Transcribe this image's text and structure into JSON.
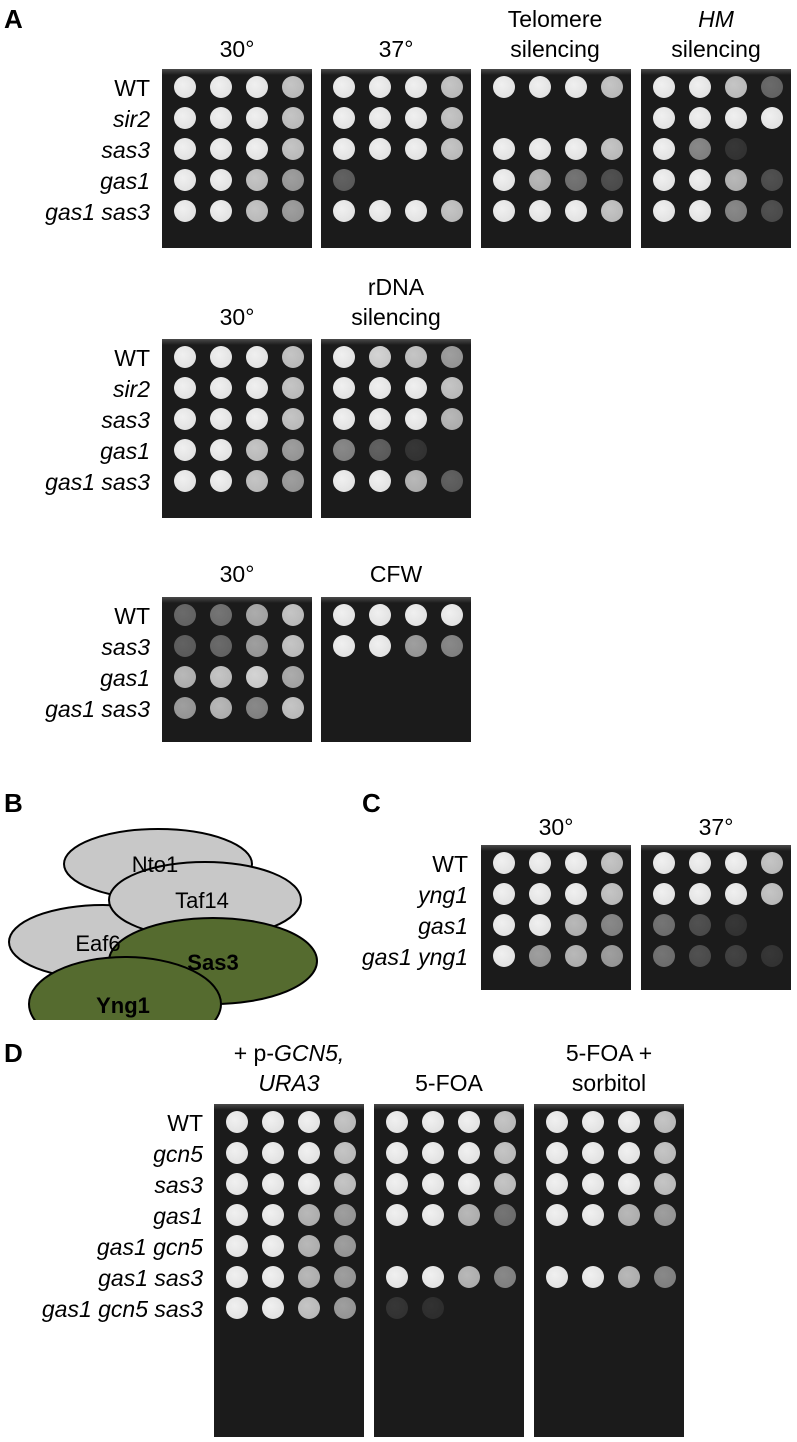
{
  "panels": {
    "A": {
      "letter": "A",
      "blocks": [
        {
          "rows": [
            "WT",
            "sir2",
            "sas3",
            "gas1",
            "gas1 sas3"
          ],
          "conditions": [
            "30°",
            "37°",
            "Telomere silencing",
            "HM silencing"
          ],
          "growth": [
            [
              [
                1,
                1,
                1,
                0.85
              ],
              [
                1,
                1,
                1,
                0.85
              ],
              [
                1,
                1,
                1,
                0.85
              ],
              [
                1,
                1,
                0.85,
                0.45
              ]
            ],
            [
              [
                1,
                1,
                1,
                0.85
              ],
              [
                1,
                1,
                1,
                0.85
              ],
              [
                0,
                0,
                0,
                0
              ],
              [
                1,
                1,
                1,
                1
              ]
            ],
            [
              [
                1,
                1,
                1,
                0.85
              ],
              [
                1,
                1,
                1,
                0.85
              ],
              [
                1,
                1,
                1,
                0.85
              ],
              [
                1,
                0.6,
                0.1,
                0
              ]
            ],
            [
              [
                1,
                1,
                0.85,
                0.7
              ],
              [
                0.4,
                0,
                0,
                0
              ],
              [
                1,
                0.8,
                0.5,
                0.3
              ],
              [
                1,
                1,
                0.8,
                0.3
              ]
            ],
            [
              [
                1,
                1,
                0.85,
                0.7
              ],
              [
                1,
                1,
                1,
                0.85
              ],
              [
                1,
                1,
                1,
                0.85
              ],
              [
                1,
                1,
                0.6,
                0.3
              ]
            ]
          ]
        },
        {
          "rows": [
            "WT",
            "sir2",
            "sas3",
            "gas1",
            "gas1 sas3"
          ],
          "conditions": [
            "30°",
            "rDNA silencing"
          ],
          "growth": [
            [
              [
                1,
                1,
                1,
                0.85
              ],
              [
                1,
                0.9,
                0.85,
                0.7
              ]
            ],
            [
              [
                1,
                1,
                1,
                0.85
              ],
              [
                1,
                1,
                1,
                0.85
              ]
            ],
            [
              [
                1,
                1,
                1,
                0.85
              ],
              [
                1,
                1,
                1,
                0.8
              ]
            ],
            [
              [
                1,
                1,
                0.85,
                0.7
              ],
              [
                0.6,
                0.4,
                0.1,
                0
              ]
            ],
            [
              [
                1,
                1,
                0.85,
                0.7
              ],
              [
                1,
                1,
                0.8,
                0.4
              ]
            ]
          ]
        },
        {
          "rows": [
            "WT",
            "sas3",
            "gas1",
            "gas1 sas3"
          ],
          "conditions": [
            "30°",
            "CFW"
          ],
          "growth": [
            [
              [
                0.45,
                0.5,
                0.75,
                0.85
              ],
              [
                1,
                1,
                1,
                1
              ]
            ],
            [
              [
                0.4,
                0.45,
                0.7,
                0.85
              ],
              [
                1,
                1,
                0.7,
                0.6
              ]
            ],
            [
              [
                0.8,
                0.85,
                0.9,
                0.75
              ],
              [
                0,
                0,
                0,
                0
              ]
            ],
            [
              [
                0.7,
                0.8,
                0.6,
                0.85
              ],
              [
                0,
                0,
                0,
                0
              ]
            ]
          ]
        }
      ]
    },
    "B": {
      "letter": "B",
      "complex": [
        {
          "name": "Nto1",
          "fill": "#c8c8c8",
          "bold": false
        },
        {
          "name": "Taf14",
          "fill": "#c8c8c8",
          "bold": false
        },
        {
          "name": "Eaf6",
          "fill": "#c8c8c8",
          "bold": false
        },
        {
          "name": "Sas3",
          "fill": "#556b2f",
          "bold": true
        },
        {
          "name": "Yng1",
          "fill": "#556b2f",
          "bold": true
        }
      ]
    },
    "C": {
      "letter": "C",
      "rows": [
        "WT",
        "yng1",
        "gas1",
        "gas1 yng1"
      ],
      "conditions": [
        "30°",
        "37°"
      ],
      "growth": [
        [
          [
            1,
            1,
            1,
            0.85
          ],
          [
            1,
            1,
            1,
            0.85
          ]
        ],
        [
          [
            1,
            1,
            1,
            0.85
          ],
          [
            1,
            1,
            1,
            0.85
          ]
        ],
        [
          [
            1,
            1,
            0.8,
            0.6
          ],
          [
            0.5,
            0.3,
            0.1,
            0
          ]
        ],
        [
          [
            1,
            0.7,
            0.8,
            0.7
          ],
          [
            0.5,
            0.3,
            0.2,
            0.1
          ]
        ]
      ]
    },
    "D": {
      "letter": "D",
      "rows": [
        "WT",
        "gcn5",
        "sas3",
        "gas1",
        "gas1 gcn5",
        "gas1 sas3",
        "gas1 gcn5 sas3"
      ],
      "conditions": [
        "+ p-GCN5, URA3",
        "5-FOA",
        "5-FOA + sorbitol"
      ],
      "growth": [
        [
          [
            1,
            1,
            1,
            0.85
          ],
          [
            1,
            1,
            1,
            0.85
          ],
          [
            1,
            1,
            1,
            0.85
          ]
        ],
        [
          [
            1,
            1,
            1,
            0.85
          ],
          [
            1,
            1,
            1,
            0.85
          ],
          [
            1,
            1,
            1,
            0.85
          ]
        ],
        [
          [
            1,
            1,
            1,
            0.85
          ],
          [
            1,
            1,
            1,
            0.85
          ],
          [
            1,
            1,
            1,
            0.85
          ]
        ],
        [
          [
            1,
            1,
            0.8,
            0.7
          ],
          [
            1,
            1,
            0.8,
            0.5
          ],
          [
            1,
            1,
            0.8,
            0.7
          ]
        ],
        [
          [
            1,
            1,
            0.8,
            0.7
          ],
          [
            0,
            0,
            0,
            0
          ],
          [
            0,
            0,
            0,
            0
          ]
        ],
        [
          [
            1,
            1,
            0.8,
            0.7
          ],
          [
            1,
            1,
            0.8,
            0.6
          ],
          [
            1,
            1,
            0.8,
            0.6
          ]
        ],
        [
          [
            1,
            1,
            0.85,
            0.7
          ],
          [
            0.1,
            0.05,
            0,
            0
          ],
          [
            0,
            0,
            0,
            0
          ]
        ]
      ]
    }
  },
  "text": {
    "A_b1_c1": "30°",
    "A_b1_c2": "37°",
    "A_b1_c3_l1": "Telomere",
    "A_b1_c3_l2": "silencing",
    "A_b1_c4_l1": "HM",
    "A_b1_c4_l2": "silencing",
    "A_b2_c1": "30°",
    "A_b2_c2_l1": "rDNA",
    "A_b2_c2_l2": "silencing",
    "A_b3_c1": "30°",
    "A_b3_c2": "CFW",
    "C_c1": "30°",
    "C_c2": "37°",
    "D_c1_l1a": "+ p-",
    "D_c1_l1b": "GCN5,",
    "D_c1_l2": "URA3",
    "D_c2": "5-FOA",
    "D_c3_l1": "5-FOA +",
    "D_c3_l2": "sorbitol"
  }
}
